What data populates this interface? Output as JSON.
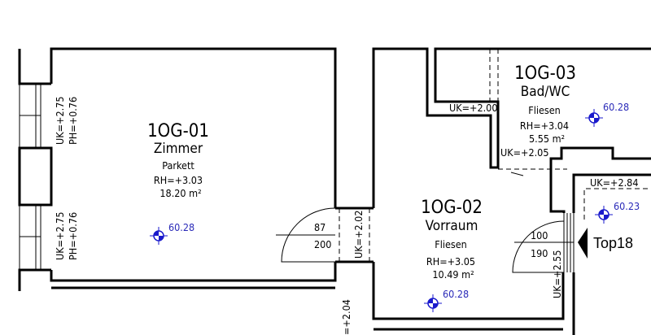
{
  "rooms": [
    {
      "id": "1OG-01",
      "name": "Zimmer",
      "floor": "Parkett",
      "rh": "RH=+3.03",
      "area": "18.20 m²"
    },
    {
      "id": "1OG-02",
      "name": "Vorraum",
      "floor": "Fliesen",
      "rh": "RH=+3.05",
      "area": "10.49 m²"
    },
    {
      "id": "1OG-03",
      "name": "Bad/WC",
      "floor": "Fliesen",
      "rh": "RH=+3.04",
      "area": "5.55 m²"
    }
  ],
  "windows": [
    {
      "uk": "UK=+2.75",
      "ph": "PH=+0.76"
    },
    {
      "uk": "UK=+2.75",
      "ph": "PH=+0.76"
    }
  ],
  "openings": {
    "uk_202": "UK=+2.02",
    "uk_204": "=+2.04",
    "uk_200": "UK=+2.00",
    "uk_205": "UK=+2.05",
    "uk_284": "UK=+2.84",
    "uk_255": "UK=+2.55"
  },
  "doors": [
    {
      "width": "87",
      "height": "200"
    },
    {
      "width": "100",
      "height": "190"
    }
  ],
  "levels": [
    "60.28",
    "60.28",
    "60.28",
    "60.23"
  ],
  "entrance_label": "Top18",
  "colors": {
    "level_marker": "#1a1acc",
    "lines": "#000000"
  }
}
